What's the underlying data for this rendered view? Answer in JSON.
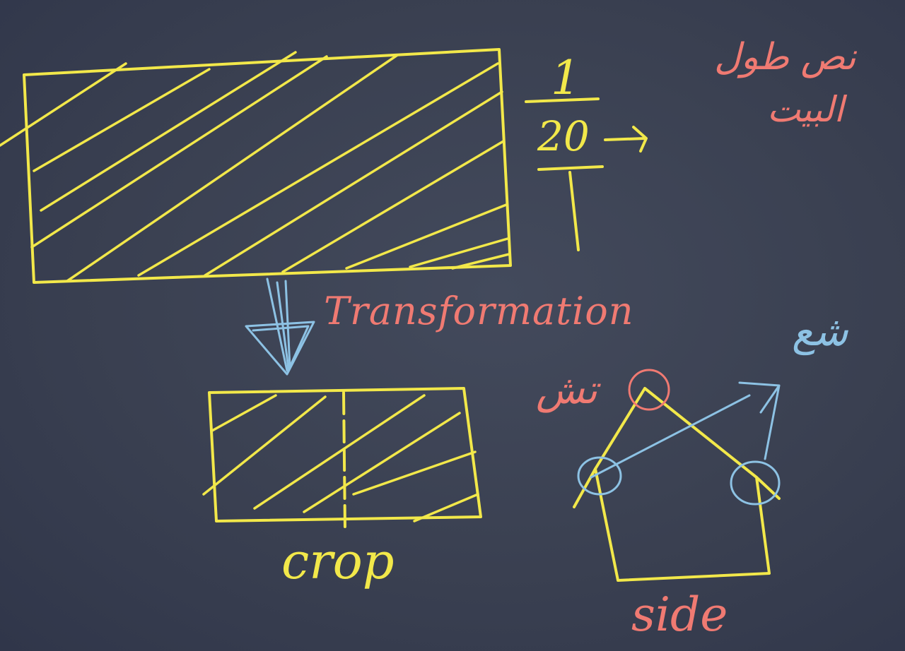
{
  "scale_numerator": "1",
  "scale_denominator": "20",
  "transformation_label": "Transformation",
  "arabic_note_line1": "نص طول",
  "arabic_note_line2": "البيت",
  "arabic_label_blue": "شع",
  "arabic_label_red": "تش",
  "crop_label": "crop",
  "side_label": "side",
  "colors": {
    "board": "#3b4152",
    "chalk_yellow": "#f2e84a",
    "chalk_red": "#f07a72",
    "chalk_blue": "#8dc2e4"
  }
}
